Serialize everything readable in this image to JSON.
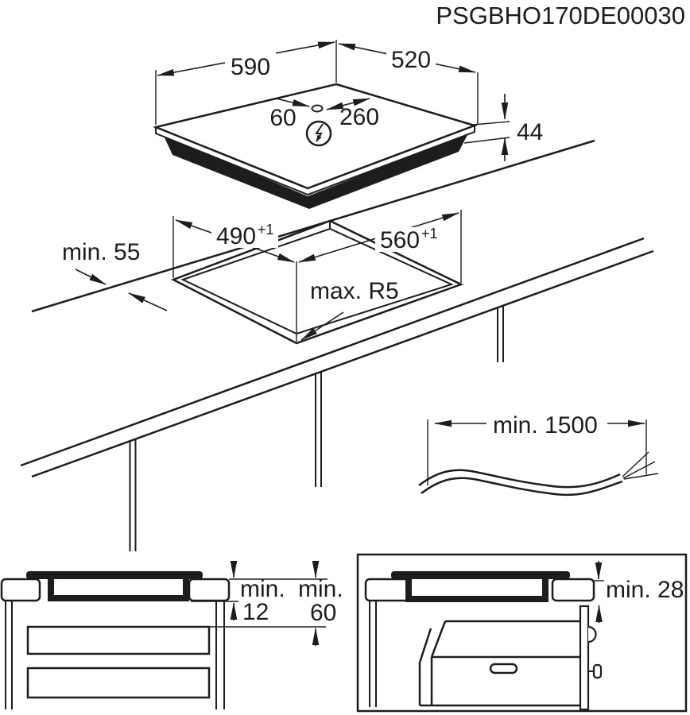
{
  "title": "PSGBHO170DE00030",
  "colors": {
    "line": "#1d1d1d",
    "background": "#ffffff"
  },
  "hob_top_view": {
    "width": "590",
    "depth": "520",
    "cable_hole_offset": "60",
    "cable_hole_span": "260",
    "height": "44",
    "power_icon": "lightning-bolt-icon"
  },
  "worktop_cutout": {
    "cutout_depth": "490",
    "cutout_depth_tolerance": "+1",
    "cutout_width": "560",
    "cutout_width_tolerance": "+1",
    "rear_clearance": "min. 55",
    "corner_radius": "max. R5"
  },
  "power_cable": {
    "length": "min. 1500"
  },
  "drawer_install_view": {
    "clearance_label_1": "min.",
    "clearance_value_1": "12",
    "clearance_label_2": "min.",
    "clearance_value_2": "60"
  },
  "oven_install_view": {
    "clearance_label": "min. 28"
  }
}
